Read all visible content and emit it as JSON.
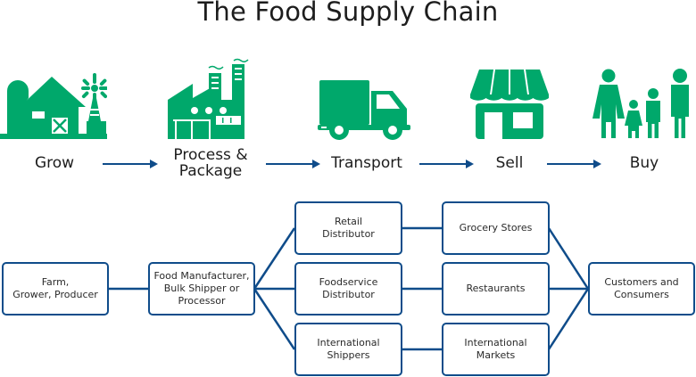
{
  "title": "The Food Supply Chain",
  "colors": {
    "icon_green": "#00a86b",
    "arrow_blue": "#0f4c8a",
    "box_border": "#0f4c8a",
    "text": "#1d1d1d"
  },
  "stages": [
    {
      "label": "Grow",
      "icon": "farm-icon"
    },
    {
      "label": "Process &\nPackage",
      "icon": "factory-icon"
    },
    {
      "label": "Transport",
      "icon": "truck-icon"
    },
    {
      "label": "Sell",
      "icon": "store-icon"
    },
    {
      "label": "Buy",
      "icon": "family-icon"
    }
  ],
  "flow": {
    "source": "Farm,\nGrower, Producer",
    "processor": "Food Manufacturer,\nBulk Shipper or\nProcessor",
    "distributors": [
      "Retail\nDistributor",
      "Foodservice\nDistributor",
      "International\nShippers"
    ],
    "outlets": [
      "Grocery Stores",
      "Restaurants",
      "International\nMarkets"
    ],
    "end": "Customers and\nConsumers"
  }
}
